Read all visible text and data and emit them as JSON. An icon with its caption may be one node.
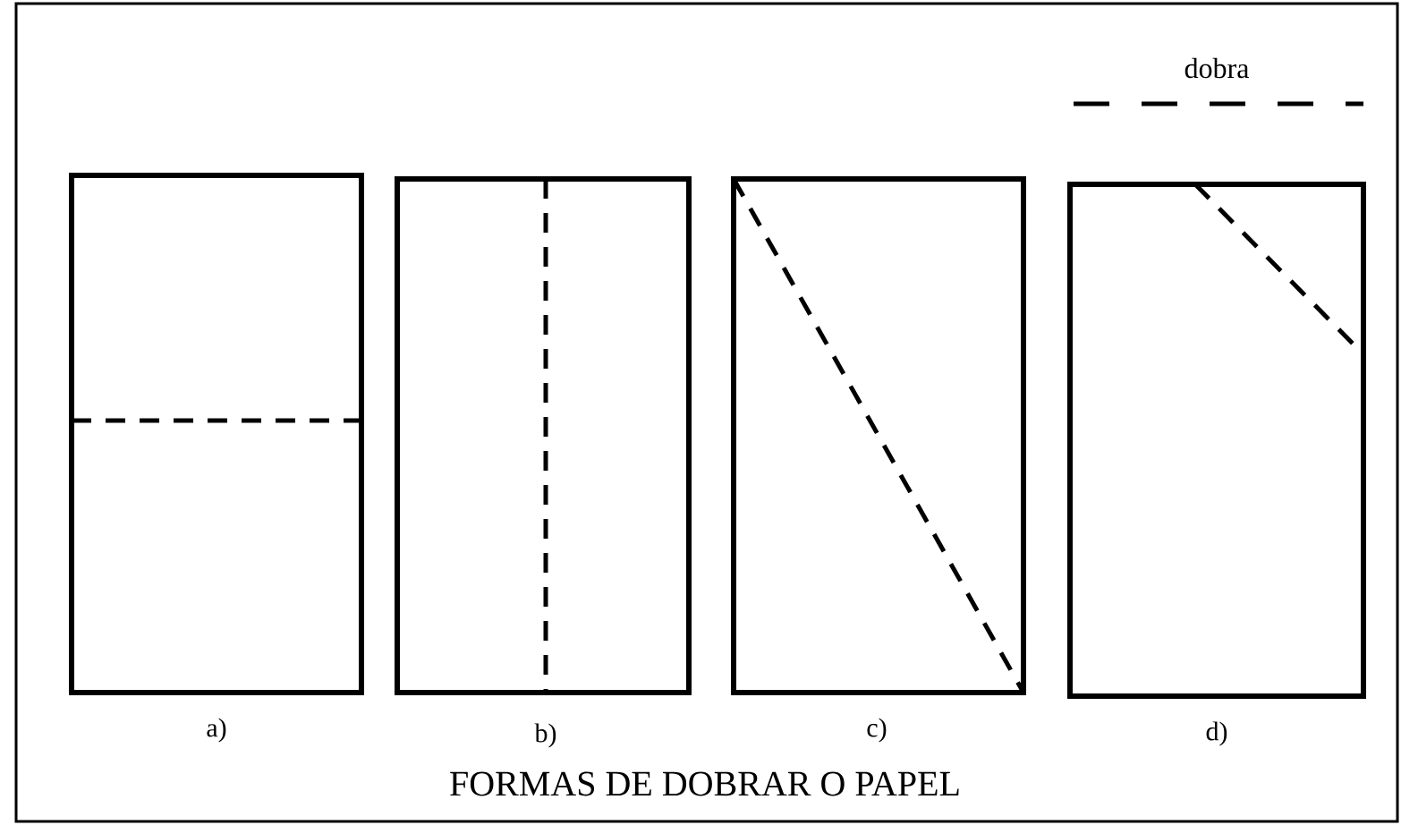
{
  "diagram": {
    "caption": "FORMAS DE DOBRAR O PAPEL",
    "nodes": [
      {
        "text": [],
        "shape": "box",
        "beside": [
          "a)"
        ]
      },
      {
        "text": [],
        "shape": "box",
        "beside": [
          "b)"
        ]
      },
      {
        "text": [],
        "shape": "box",
        "beside": [
          "c)"
        ]
      },
      {
        "text": [],
        "shape": "box",
        "beside": [
          "d)"
        ]
      }
    ],
    "legend": [
      {
        "text": "dobra"
      }
    ]
  }
}
